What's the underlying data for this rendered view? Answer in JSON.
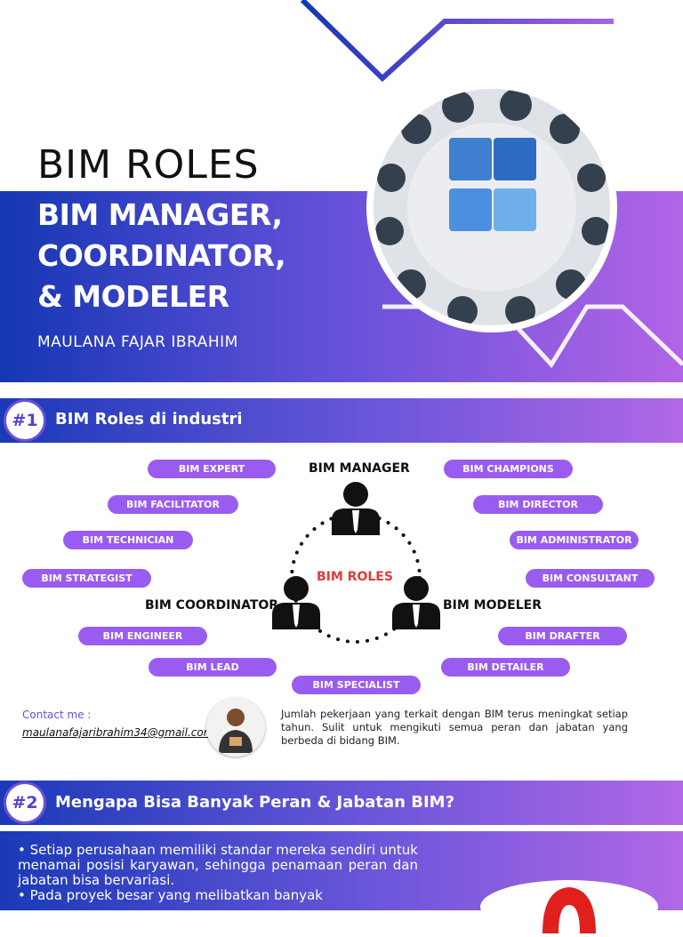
{
  "header": {
    "title": "BIM ROLES",
    "subtitle_lines": [
      "BIM MANAGER,",
      "COORDINATOR,",
      "& MODELER"
    ],
    "author": "MAULANA FAJAR IBRAHIM"
  },
  "section1": {
    "number": "#1",
    "title": "BIM Roles di industri",
    "center_label": "BIM ROLES",
    "core_roles": {
      "manager": "BIM MANAGER",
      "coordinator": "BIM COORDINATOR",
      "modeler": "BIM MODELER"
    },
    "left_roles": [
      "BIM EXPERT",
      "BIM FACILITATOR",
      "BIM TECHNICIAN",
      "BIM STRATEGIST",
      "BIM ENGINEER",
      "BIM LEAD"
    ],
    "right_roles": [
      "BIM CHAMPIONS",
      "BIM DIRECTOR",
      "BIM ADMINISTRATOR",
      "BIM CONSULTANT",
      "BIM DRAFTER",
      "BIM DETAILER"
    ],
    "bottom_role": "BIM SPECIALIST",
    "contact_label": "Contact me :",
    "contact_email": "maulanafajaribrahim34@gmail.com",
    "summary": "Jumlah pekerjaan yang terkait dengan BIM terus meningkat setiap tahun. Sulit untuk mengikuti semua peran dan jabatan yang berbeda di bidang BIM."
  },
  "section2": {
    "number": "#2",
    "title": "Mengapa Bisa Banyak Peran & Jabatan BIM?",
    "bullets": [
      "Setiap perusahaan memiliki standar mereka sendiri untuk menamai posisi karyawan, sehingga penamaan peran dan jabatan bisa bervariasi.",
      "Pada proyek besar yang melibatkan banyak"
    ]
  },
  "colors": {
    "primary_blue": "#1437b4",
    "accent_purple": "#9a5cf0",
    "center_red": "#e23b3b"
  }
}
